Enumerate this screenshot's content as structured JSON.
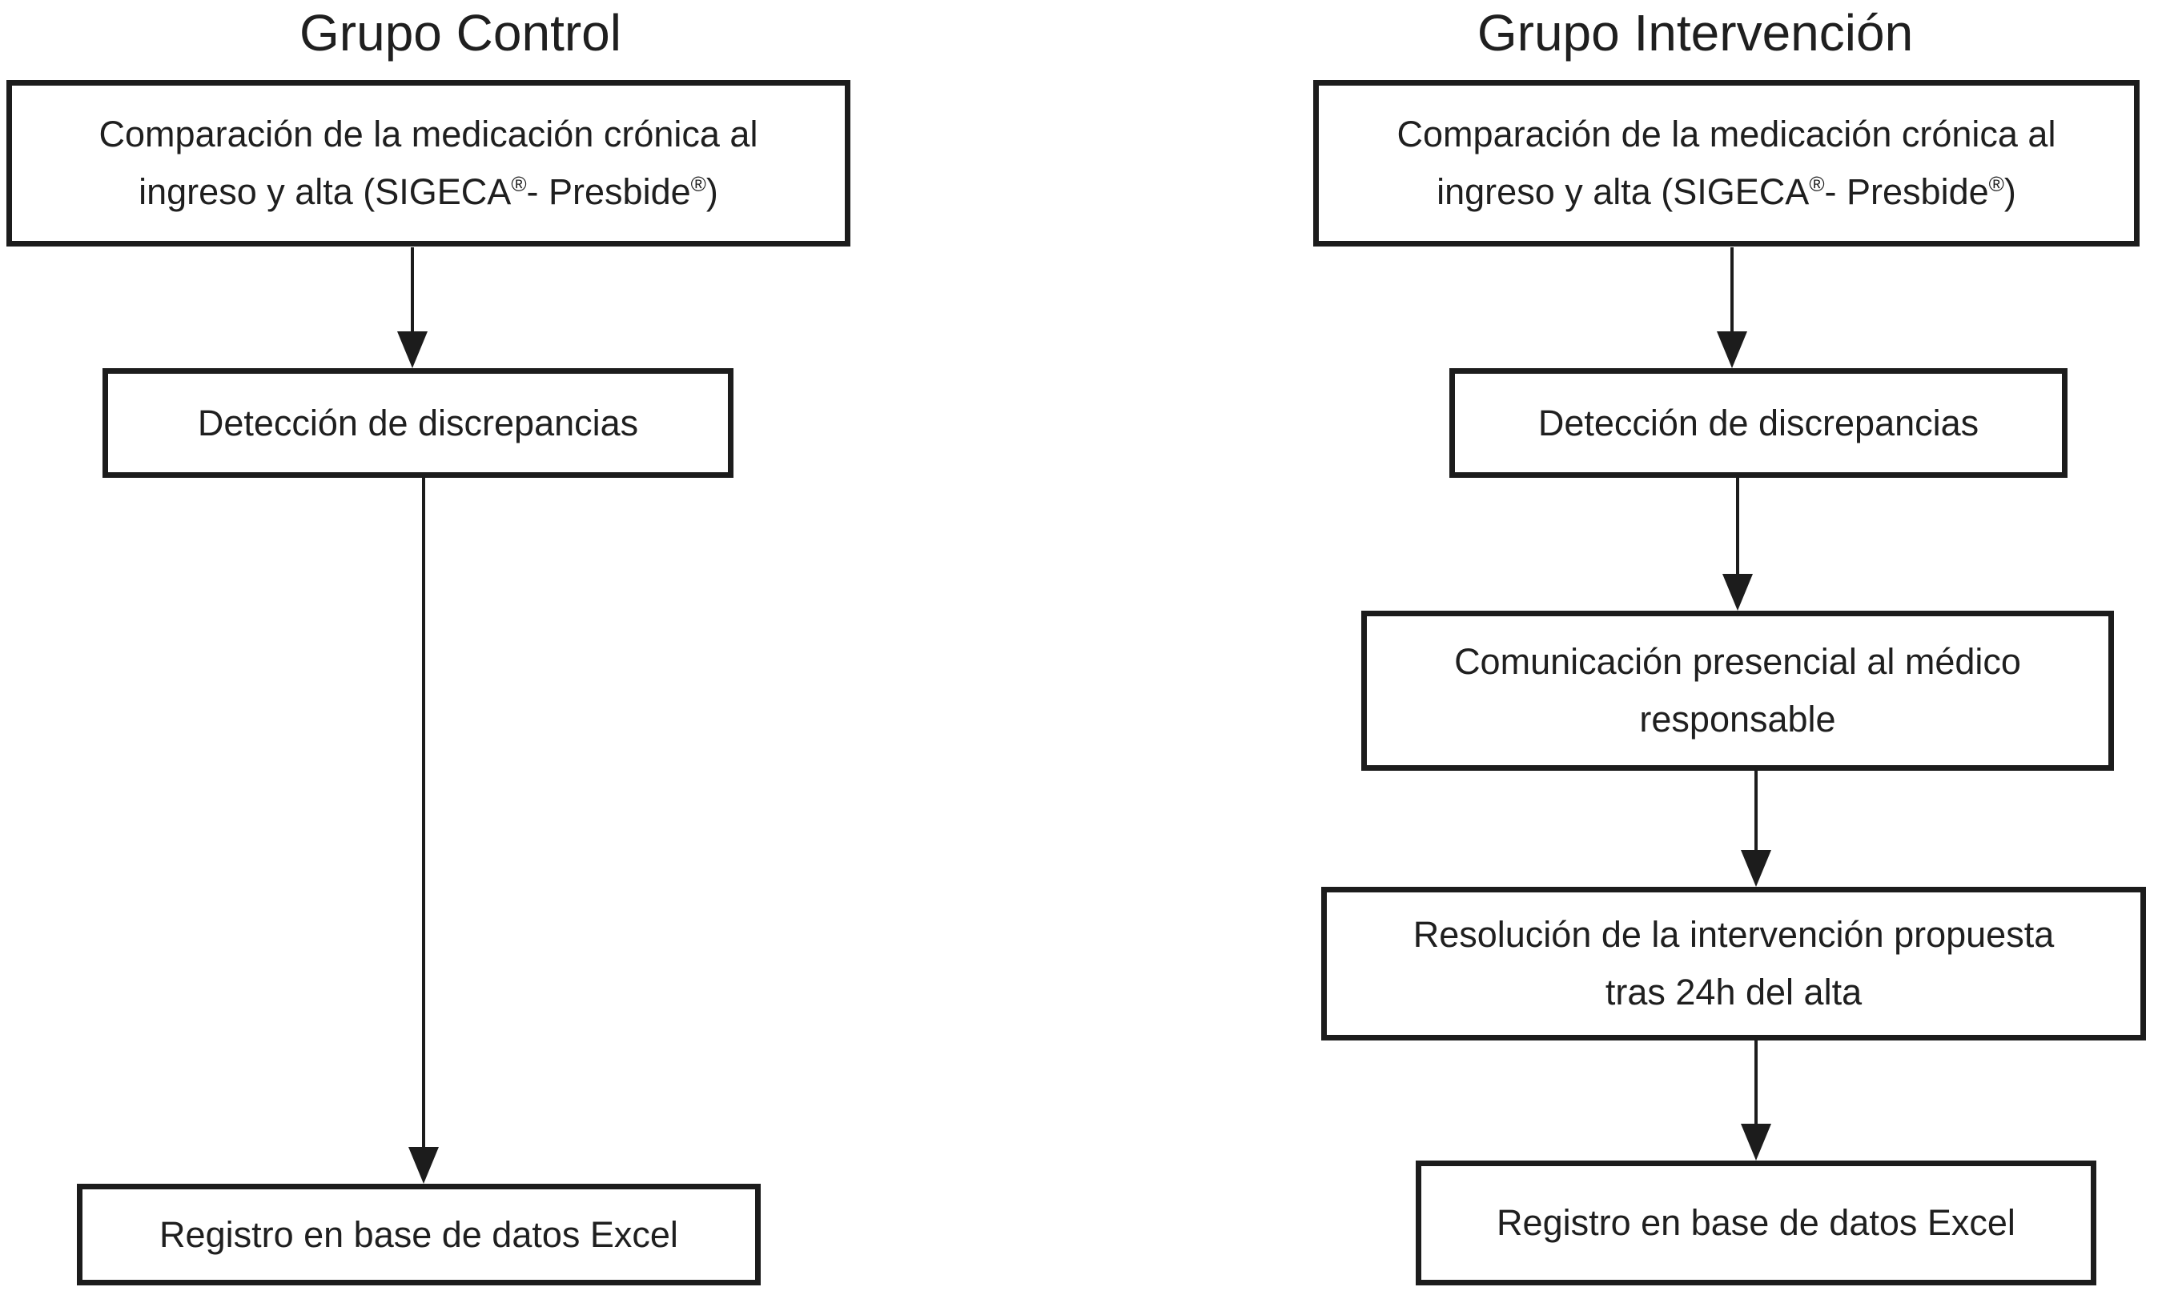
{
  "colors": {
    "ink": "#1f1f1f",
    "border": "#1c1c1c",
    "bg": "#ffffff"
  },
  "control": {
    "title": "Grupo Control",
    "box_comparison": {
      "line1": "Comparación de la medicación crónica al",
      "line2_parts": [
        "ingreso y alta (SIGECA",
        "®",
        "- Presbide",
        "®",
        ")"
      ]
    },
    "box_detection": {
      "text": "Detección de discrepancias"
    },
    "box_registro": {
      "text": "Registro en base de datos Excel"
    }
  },
  "intervention": {
    "title": "Grupo Intervención",
    "box_comparison": {
      "line1": "Comparación de la medicación crónica al",
      "line2_parts": [
        "ingreso y alta (SIGECA",
        "®",
        "- Presbide",
        "®",
        ")"
      ]
    },
    "box_detection": {
      "text": "Detección de discrepancias"
    },
    "box_communication": {
      "line1": "Comunicación presencial al médico",
      "line2": "responsable"
    },
    "box_resolution": {
      "line1": "Resolución de la intervención propuesta",
      "line2": "tras 24h del alta"
    },
    "box_registro": {
      "text": "Registro en base de datos Excel"
    }
  }
}
